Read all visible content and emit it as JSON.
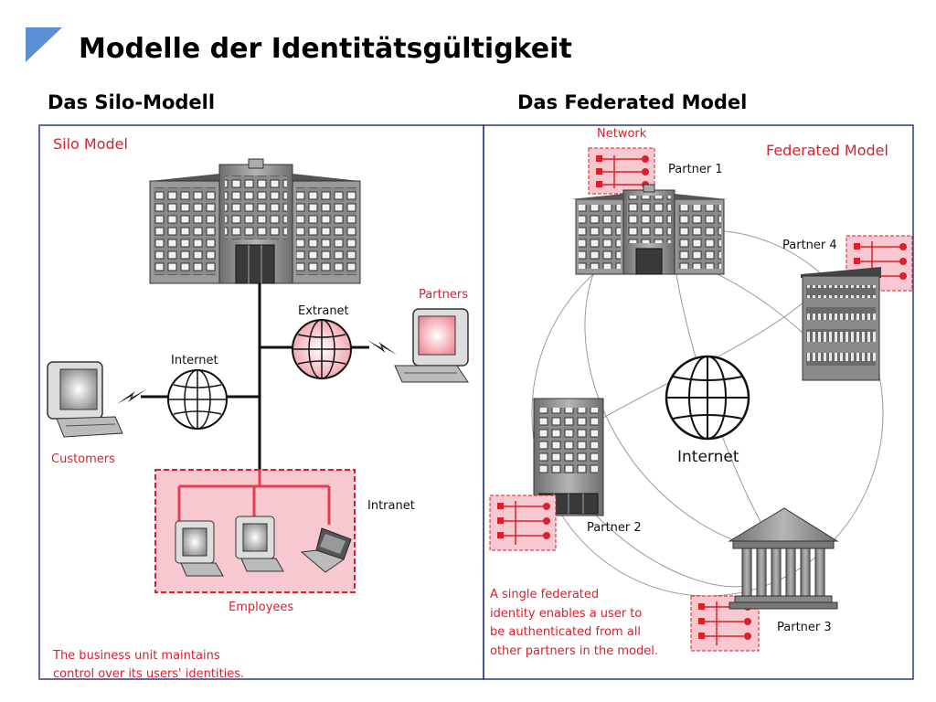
{
  "slide": {
    "title": "Modelle der Identitätsgültigkeit",
    "left_heading": "Das Silo-Modell",
    "right_heading": "Das Federated Model"
  },
  "silo": {
    "title": "Silo Model",
    "extranet": "Extranet",
    "internet": "Internet",
    "partners": "Partners",
    "customers": "Customers",
    "intranet": "Intranet",
    "employees": "Employees",
    "note_line1": "The business unit maintains",
    "note_line2": "control over its users' identities."
  },
  "federated": {
    "title": "Federated Model",
    "network": "Network",
    "partner1": "Partner 1",
    "partner2": "Partner 2",
    "partner3": "Partner 3",
    "partner4": "Partner 4",
    "internet": "Internet",
    "note_line1": "A single federated",
    "note_line2": "identity enables a user to",
    "note_line3": "be authenticated from all",
    "note_line4": "other partners in the model."
  },
  "colors": {
    "accent_blue": "#5b8fd6",
    "label_red": "#d9202c",
    "frame_blue": "#283c8c",
    "network_pink": "#f7c8cf"
  }
}
